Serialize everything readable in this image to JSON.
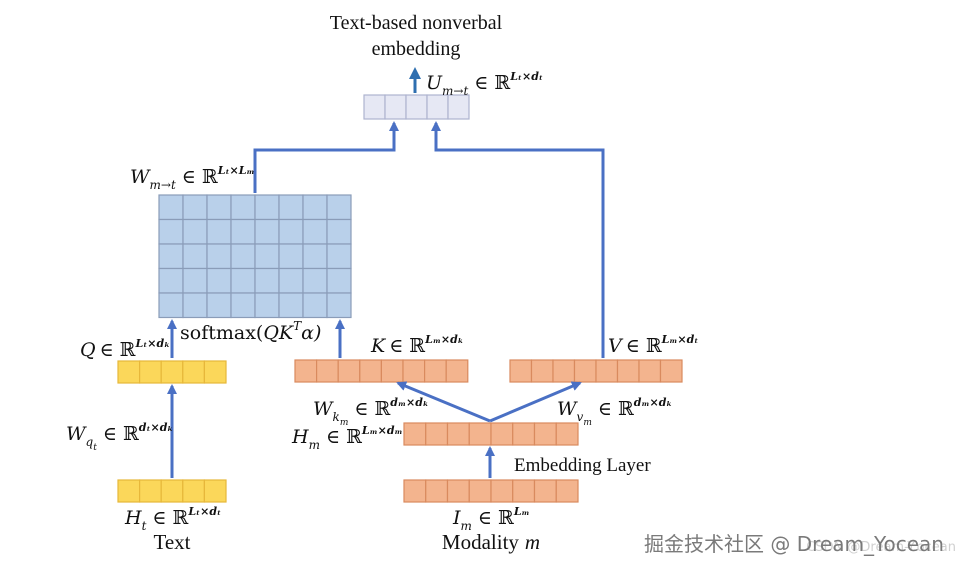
{
  "title": {
    "line1": "Text-based nonverbal",
    "line2": "embedding"
  },
  "colors": {
    "arrow": "#4a70c4",
    "output_cell": "#e6e8f4",
    "output_stroke": "#aeb3cf",
    "grid_cell": "#b9d0ea",
    "grid_stroke": "#8a9cb8",
    "yellow_cell": "#fbd75a",
    "yellow_stroke": "#e7b73a",
    "orange_cell": "#f3b48e",
    "orange_stroke": "#d98a5e"
  },
  "labels": {
    "u": {
      "sym": "U",
      "sub": "m→t",
      "in": "∈ ℝ",
      "sup": "Lₜ×dₜ"
    },
    "w": {
      "sym": "W",
      "sub": "m→t",
      "in": "∈ ℝ",
      "sup": "Lₜ×Lₘ"
    },
    "softmax": {
      "pre": "softmax(",
      "qk": "QK",
      "sup": "T",
      "alpha": "α)"
    },
    "q": {
      "sym": "Q",
      "in": "∈ ℝ",
      "sup": "Lₜ×dₖ"
    },
    "k": {
      "sym": "K",
      "in": "∈ ℝ",
      "sup": "Lₘ×dₖ"
    },
    "v": {
      "sym": "V",
      "in": "∈ ℝ",
      "sup": "Lₘ×dₜ"
    },
    "wq": {
      "sym": "W",
      "sub": "q",
      "subsub": "t",
      "in": "∈ ℝ",
      "sup": "dₜ×dₖ"
    },
    "wk": {
      "sym": "W",
      "sub": "k",
      "subsub": "m",
      "in": "∈ ℝ",
      "sup": "dₘ×dₖ"
    },
    "wv": {
      "sym": "W",
      "sub": "v",
      "subsub": "m",
      "in": "∈ ℝ",
      "sup": "dₘ×dₖ"
    },
    "hm": {
      "sym": "H",
      "sub": "m",
      "in": "∈ ℝ",
      "sup": "Lₘ×dₘ"
    },
    "ht": {
      "sym": "H",
      "sub": "t",
      "in": "∈ ℝ",
      "sup": "Lₜ×dₜ"
    },
    "im": {
      "sym": "I",
      "sub": "m",
      "in": "∈ ℝ",
      "sup": "Lₘ"
    },
    "embedding_layer": "Embedding Layer",
    "text": "Text",
    "modality": {
      "word": "Modality",
      "var": "m"
    }
  },
  "watermark": {
    "main": "掘金技术社区 @ Dream_Yocean",
    "faint": "CSDN @Dream-Y.ocean"
  }
}
